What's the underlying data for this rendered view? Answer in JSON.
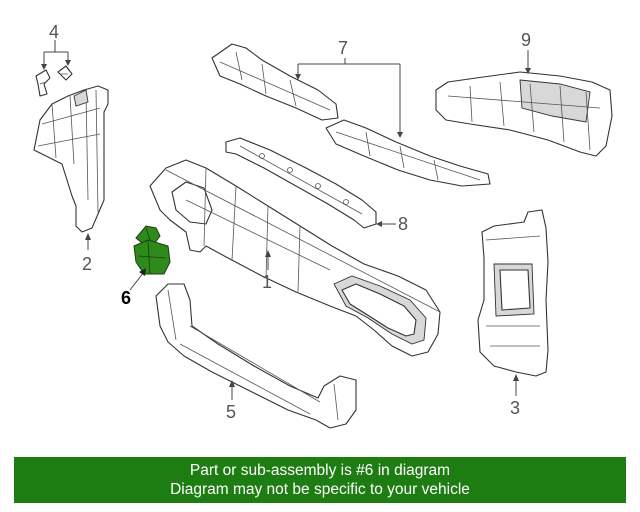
{
  "callouts": {
    "c1": "1",
    "c2": "2",
    "c3": "3",
    "c4": "4",
    "c5": "5",
    "c6": "6",
    "c7": "7",
    "c8": "8",
    "c9": "9"
  },
  "banner": {
    "line1": "Part or sub-assembly is #6 in diagram",
    "line2": "Diagram may not be specific to your vehicle"
  },
  "colors": {
    "highlight_part": "#2f8a1c",
    "banner_bg": "#1e7d12",
    "banner_text": "#ffffff",
    "line_art": "#333333"
  }
}
